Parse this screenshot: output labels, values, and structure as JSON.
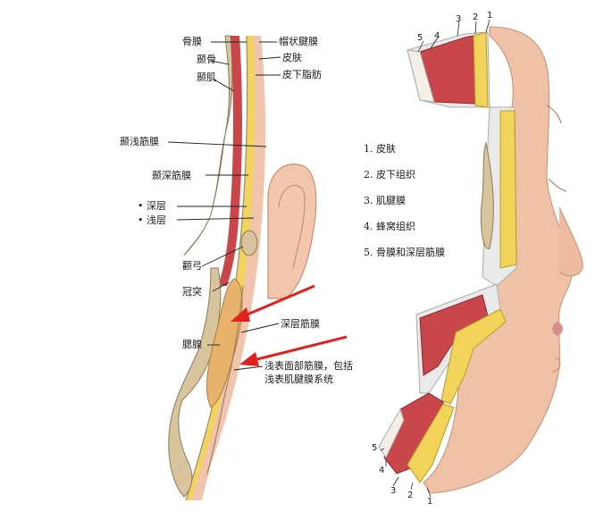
{
  "left_labels": {
    "periosteum": "骨膜",
    "temporal_bone": "颞骨",
    "temporalis_muscle": "颞肌",
    "galea": "帽状腱膜",
    "skin": "皮肤",
    "subcutaneous_fat": "皮下脂肪",
    "superficial_temporal_fascia": "颞浅筋膜",
    "deep_temporal_fascia": "颞深筋膜",
    "deep_layer": "• 深层",
    "superficial_layer": "• 浅层",
    "zygomatic_arch": "颧弓",
    "coronoid_process": "冠突",
    "parotid_gland": "腮腺",
    "deep_fascia": "深层筋膜",
    "smas_line1": "浅表面部筋膜，包括",
    "smas_line2": "浅表肌腱膜系统"
  },
  "legend": [
    "1. 皮肤",
    "2. 皮下组织",
    "3. 肌腱膜",
    "4. 蜂窝组织",
    "5. 骨膜和深层筋膜"
  ],
  "layer_numbers": [
    "1",
    "2",
    "3",
    "4",
    "5"
  ],
  "colors": {
    "skin": "#f0c4b0",
    "fat": "#f2d45a",
    "muscle": "#c9464a",
    "bone": "#d9c7a0",
    "fascia": "#e8e8e8",
    "arrow": "#e0211e"
  }
}
